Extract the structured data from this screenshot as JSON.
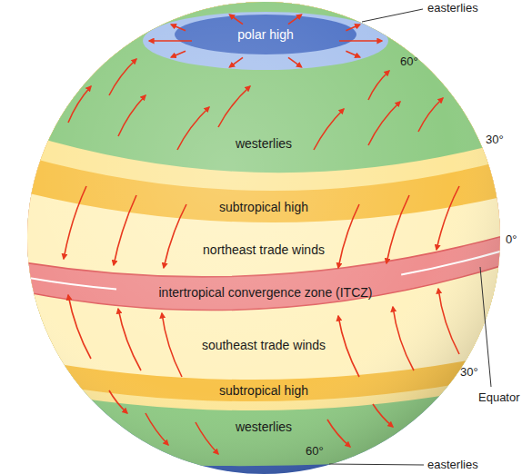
{
  "diagram": {
    "nodes": [
      {
        "text": [
          "polar high"
        ]
      },
      {
        "text": [
          "westerlies"
        ]
      },
      {
        "text": [
          "subtropical high"
        ]
      },
      {
        "text": [
          "northeast trade winds"
        ]
      },
      {
        "text": [
          "intertropical convergence zone (ITCZ)"
        ]
      },
      {
        "text": [
          "southeast trade winds"
        ]
      },
      {
        "text": [
          "subtropical high"
        ]
      },
      {
        "text": [
          "westerlies"
        ]
      }
    ],
    "labels": [
      "easterlies",
      "60°",
      "30°",
      "0°",
      "Equator",
      "30°",
      "60°",
      "easterlies"
    ]
  }
}
